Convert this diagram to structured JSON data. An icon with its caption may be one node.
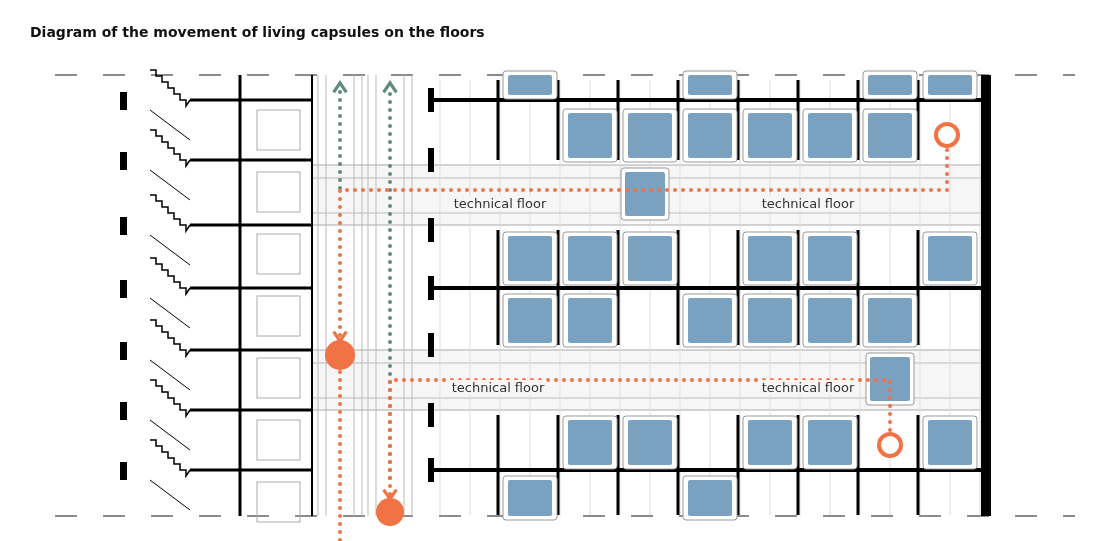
{
  "diagram": {
    "title": "Diagram of the movement of living capsules on the floors",
    "nodes": [
      {
        "text": [],
        "shape": "circle"
      },
      {
        "text": [],
        "shape": "circle"
      },
      {
        "text": [],
        "shape": "circle"
      },
      {
        "text": [],
        "shape": "circle"
      }
    ],
    "edges": [
      {
        "from": 0,
        "to": 1,
        "arrow": "to",
        "style": "dashed"
      },
      {
        "from": 2,
        "to": 3,
        "arrow": "to",
        "style": "dashed"
      },
      {
        "from": 1,
        "to": null,
        "arrow": "none",
        "style": "dashed"
      }
    ],
    "labels": [
      "technical floor",
      "technical floor",
      "technical floor",
      "technical floor"
    ]
  }
}
